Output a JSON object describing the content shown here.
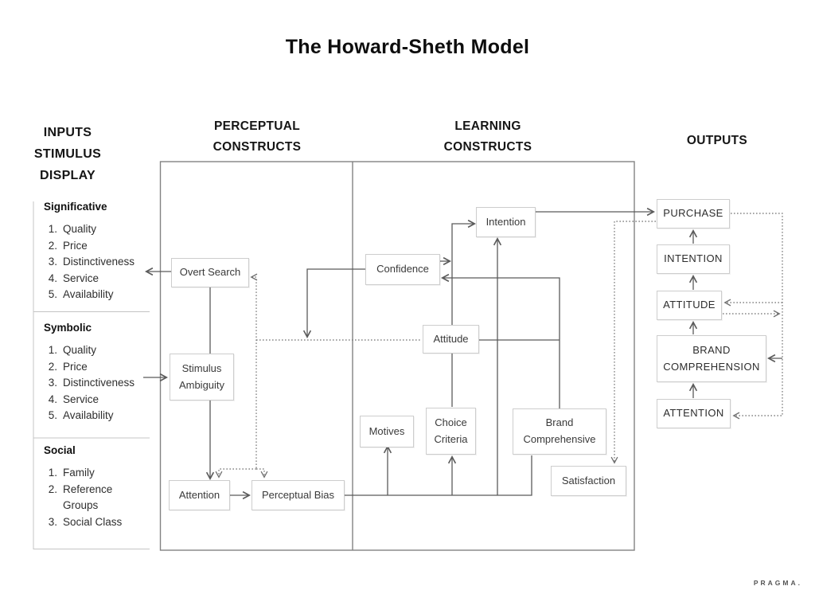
{
  "title": "The Howard-Sheth Model",
  "watermark": "PRAGMA.",
  "headers": {
    "inputs": [
      "INPUTS",
      "STIMULUS",
      "DISPLAY"
    ],
    "perceptual": [
      "PERCEPTUAL",
      "CONSTRUCTS"
    ],
    "learning": [
      "LEARNING",
      "CONSTRUCTS"
    ],
    "outputs": "OUTPUTS"
  },
  "inputs_panel": {
    "sections": [
      {
        "title": "Significative",
        "items": [
          {
            "n": "1.",
            "label": "Quality"
          },
          {
            "n": "2.",
            "label": "Price"
          },
          {
            "n": "3.",
            "label": "Distinctiveness"
          },
          {
            "n": "4.",
            "label": "Service"
          },
          {
            "n": "5.",
            "label": "Availability"
          }
        ]
      },
      {
        "title": "Symbolic",
        "items": [
          {
            "n": "1.",
            "label": "Quality"
          },
          {
            "n": "2.",
            "label": "Price"
          },
          {
            "n": "3.",
            "label": "Distinctiveness"
          },
          {
            "n": "4.",
            "label": "Service"
          },
          {
            "n": "5.",
            "label": "Availability"
          }
        ]
      },
      {
        "title": "Social",
        "items": [
          {
            "n": "1.",
            "label": "Family"
          },
          {
            "n": "2.",
            "label": "Reference Groups"
          },
          {
            "n": "3.",
            "label": "Social Class"
          }
        ]
      }
    ]
  },
  "nodes": {
    "overt_search": "Overt Search",
    "stimulus_ambiguity": "Stimulus Ambiguity",
    "attention": "Attention",
    "perceptual_bias": "Perceptual Bias",
    "confidence": "Confidence",
    "intention": "Intention",
    "attitude": "Attitude",
    "motives": "Motives",
    "choice_criteria": "Choice Criteria",
    "brand_comprehensive": "Brand Comprehensive",
    "satisfaction": "Satisfaction"
  },
  "outputs_column": {
    "purchase": "PURCHASE",
    "intention": "INTENTION",
    "attitude": "ATTITUDE",
    "brand_comprehension": "BRAND COMPREHENSION",
    "attention": "ATTENTION"
  },
  "colors": {
    "background": "#ffffff",
    "solid_line": "#5a5a5a",
    "dotted_line": "#6f6f6f",
    "region_border": "#828282",
    "node_border": "#cdcdcd",
    "text": "#222222"
  }
}
